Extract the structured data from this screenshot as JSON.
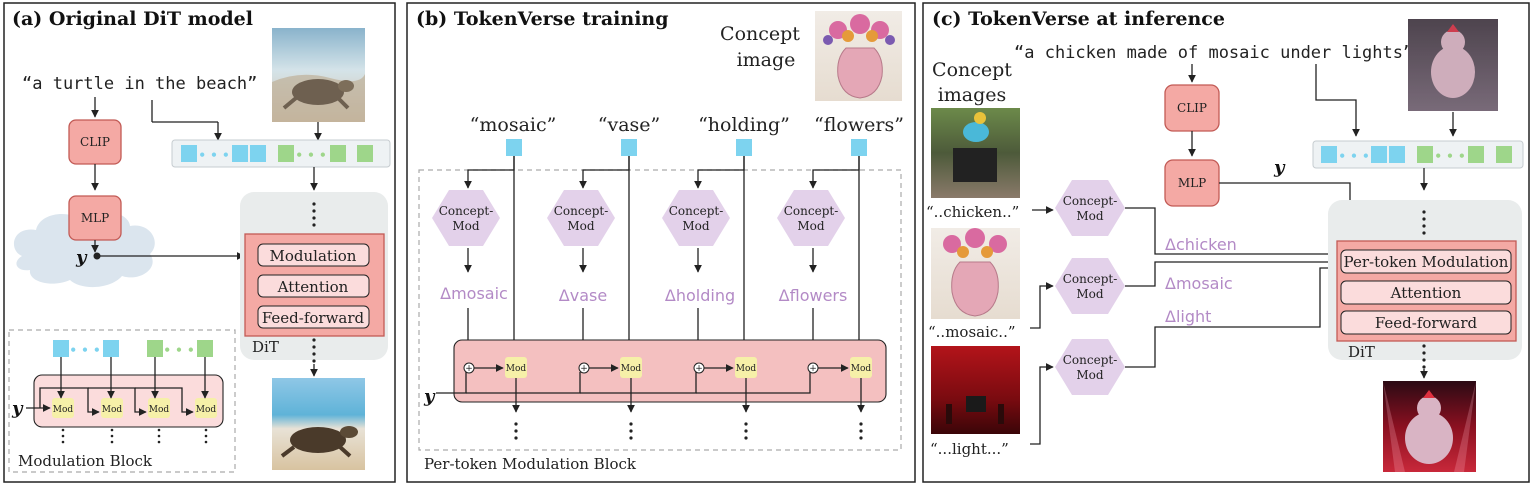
{
  "colors": {
    "pink_box": "#f4a9a4",
    "pink_box_stroke": "#c25a55",
    "light_pink": "#fbdcdc",
    "hex_purple": "#e3d1ea",
    "delta_purple": "#b38ac6",
    "token_blue": "#7dd3ef",
    "token_green": "#9ed68a",
    "mod_yellow": "#f6f0a8",
    "cloud_blue": "#dbe5ee",
    "dit_gray": "#e9ecec"
  },
  "panel_a": {
    "title": "(a) Original DiT model",
    "prompt": "“a turtle in the beach”",
    "clip": "CLIP",
    "mlp": "MLP",
    "y": "y",
    "modulation": "Modulation",
    "attention": "Attention",
    "feed_forward": "Feed-forward",
    "dit": "DiT",
    "mod": "Mod",
    "modulation_block": "Modulation Block",
    "dots": "• • •"
  },
  "panel_b": {
    "title": "(b) TokenVerse training",
    "concept_image_line1": "Concept",
    "concept_image_line2": "image",
    "words": [
      "“mosaic”",
      "“vase”",
      "“holding”",
      "“flowers”"
    ],
    "concept_mod_line1": "Concept-",
    "concept_mod_line2": "Mod",
    "deltas": [
      "Δmosaic",
      "Δvase",
      "Δholding",
      "Δflowers"
    ],
    "mod": "Mod",
    "plus": "+",
    "y": "y",
    "block_label": "Per-token Modulation Block"
  },
  "panel_c": {
    "title": "(c) TokenVerse at inference",
    "prompt": "“a chicken made of mosaic under lights”",
    "concept_images_line1": "Concept",
    "concept_images_line2": "images",
    "captions": [
      "“..chicken..”",
      "“..mosaic..”",
      "“...light...”"
    ],
    "concept_mod_line1": "Concept-",
    "concept_mod_line2": "Mod",
    "deltas": [
      "Δchicken",
      "Δmosaic",
      "Δlight"
    ],
    "clip": "CLIP",
    "mlp": "MLP",
    "y": "y",
    "per_token_modulation": "Per-token Modulation",
    "attention": "Attention",
    "feed_forward": "Feed-forward",
    "dit": "DiT",
    "dots": "• • •"
  }
}
